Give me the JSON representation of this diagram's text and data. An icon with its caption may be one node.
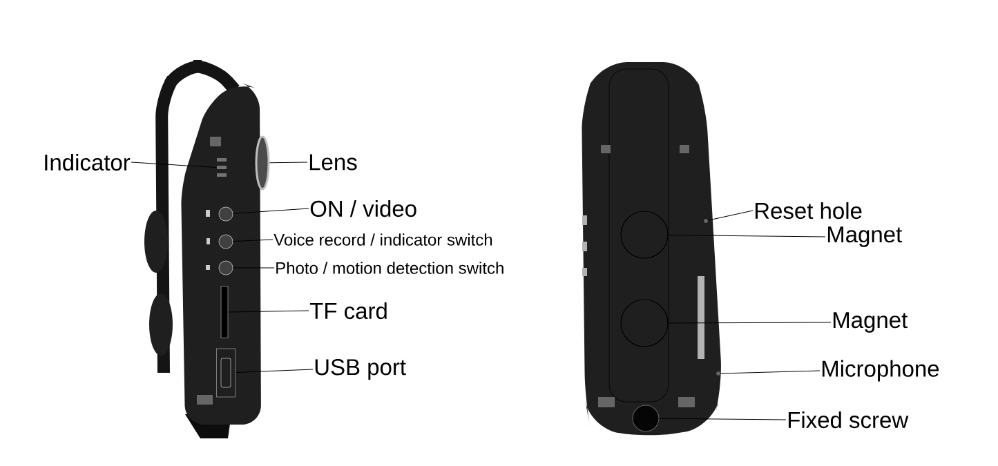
{
  "diagram": {
    "nodes": [
      {
        "text": [
          "Indicator"
        ]
      },
      {
        "text": [
          "Lens"
        ]
      },
      {
        "text": [
          "ON / video"
        ]
      },
      {
        "text": [
          "Voice record / indicator switch"
        ]
      },
      {
        "text": [
          "Photo / motion detection switch"
        ]
      },
      {
        "text": [
          "TF card"
        ]
      },
      {
        "text": [
          "USB port"
        ]
      },
      {
        "text": [
          "Reset hole"
        ]
      },
      {
        "text": [
          "Magnet"
        ]
      },
      {
        "text": [
          "Magnet"
        ]
      },
      {
        "text": [
          "Microphone"
        ]
      },
      {
        "text": [
          "Fixed screw"
        ]
      },
      {
        "text": [],
        "shape": "circle"
      },
      {
        "text": [],
        "shape": "box"
      },
      {
        "text": [],
        "shape": "circle"
      },
      {
        "text": [],
        "shape": "circle"
      },
      {
        "text": [],
        "shape": "circle"
      },
      {
        "text": [],
        "shape": "box"
      },
      {
        "text": [],
        "shape": "box"
      },
      {
        "text": [],
        "shape": "circle"
      },
      {
        "text": [],
        "shape": "circle"
      },
      {
        "text": [],
        "shape": "circle"
      },
      {
        "text": [],
        "shape": "circle"
      },
      {
        "text": [],
        "shape": "circle"
      }
    ],
    "edges": [
      {
        "from": 0,
        "to": 13,
        "arrow": "none"
      },
      {
        "from": 1,
        "to": 12,
        "arrow": "none"
      },
      {
        "from": 2,
        "to": 14,
        "arrow": "none"
      },
      {
        "from": 3,
        "to": 15,
        "arrow": "none"
      },
      {
        "from": 4,
        "to": 16,
        "arrow": "none"
      },
      {
        "from": 5,
        "to": 17,
        "arrow": "none"
      },
      {
        "from": 6,
        "to": 18,
        "arrow": "none"
      },
      {
        "from": 7,
        "to": 19,
        "arrow": "none"
      },
      {
        "from": 8,
        "to": 20,
        "arrow": "none"
      },
      {
        "from": 9,
        "to": 21,
        "arrow": "none"
      },
      {
        "from": 10,
        "to": 22,
        "arrow": "none"
      },
      {
        "from": 11,
        "to": 23,
        "arrow": "none"
      }
    ]
  }
}
